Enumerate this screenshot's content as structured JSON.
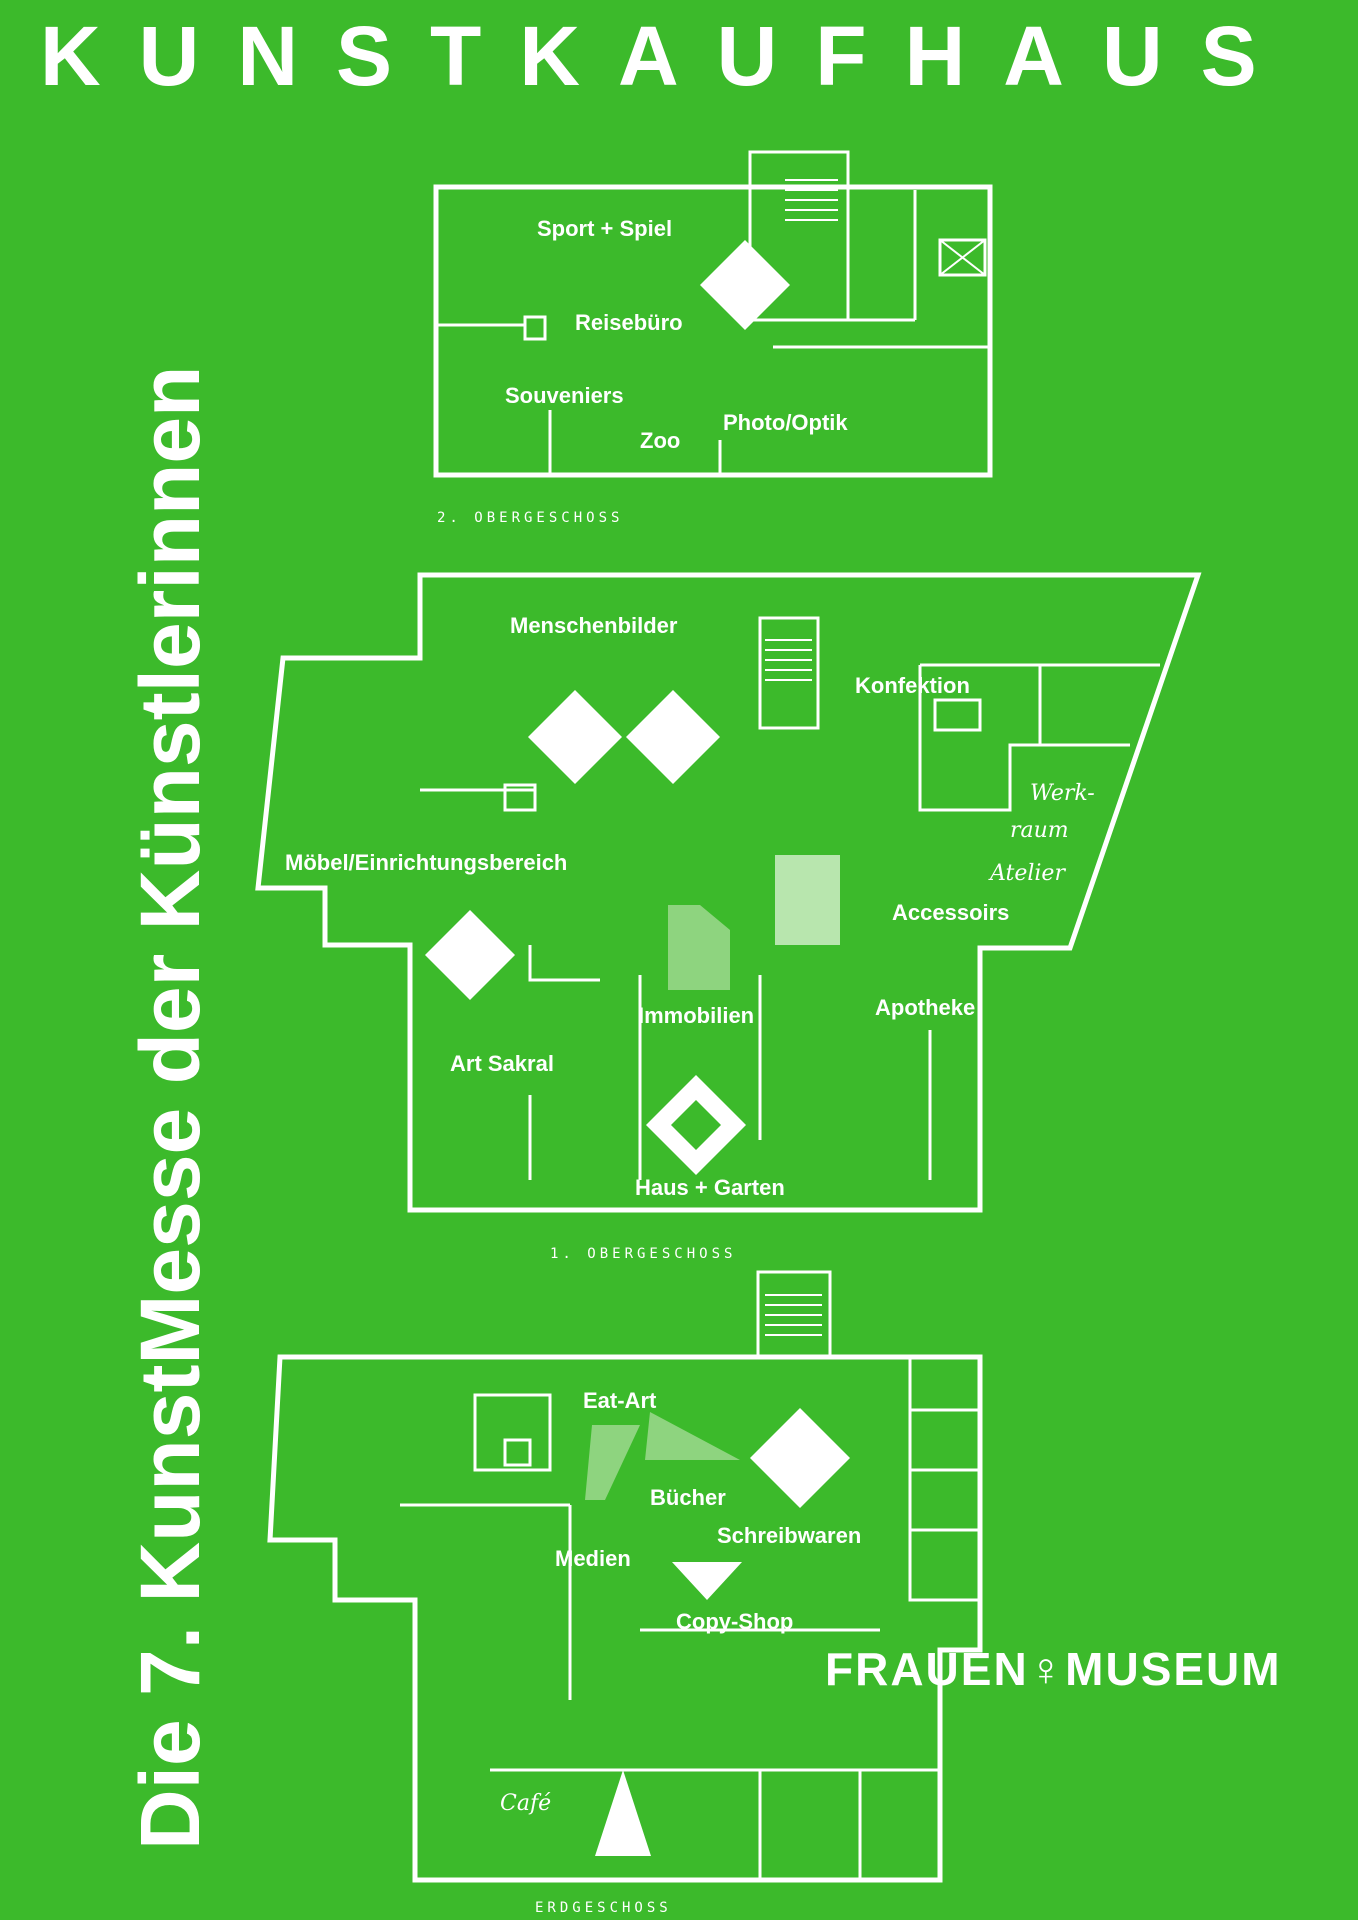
{
  "title": "KUNSTKAUFHAUS",
  "subtitle": "Die 7. KunstMesse der Künstlerinnen",
  "publisher": "FRAUEN♀MUSEUM",
  "floors": {
    "second": {
      "caption": "2. OBERGESCHOSS",
      "labels": [
        "Sport + Spiel",
        "Reisebüro",
        "Souveniers",
        "Zoo",
        "Photo/Optik"
      ]
    },
    "first": {
      "caption": "1. OBERGESCHOSS",
      "labels": [
        "Menschenbilder",
        "Konfektion",
        "Möbel/Einrichtungsbereich",
        "Accessoirs",
        "Apotheke",
        "Immobilien",
        "Art Sakral",
        "Haus + Garten"
      ],
      "handwritten": [
        "Werk-",
        "raum",
        "Atelier"
      ]
    },
    "ground": {
      "caption": "ERDGESCHOSS",
      "labels": [
        "Eat-Art",
        "Bücher",
        "Schreibwaren",
        "Medien",
        "Copy-Shop"
      ],
      "handwritten": [
        "Café"
      ]
    }
  },
  "colors": {
    "background": "#3cba2b",
    "foreground": "#ffffff"
  }
}
